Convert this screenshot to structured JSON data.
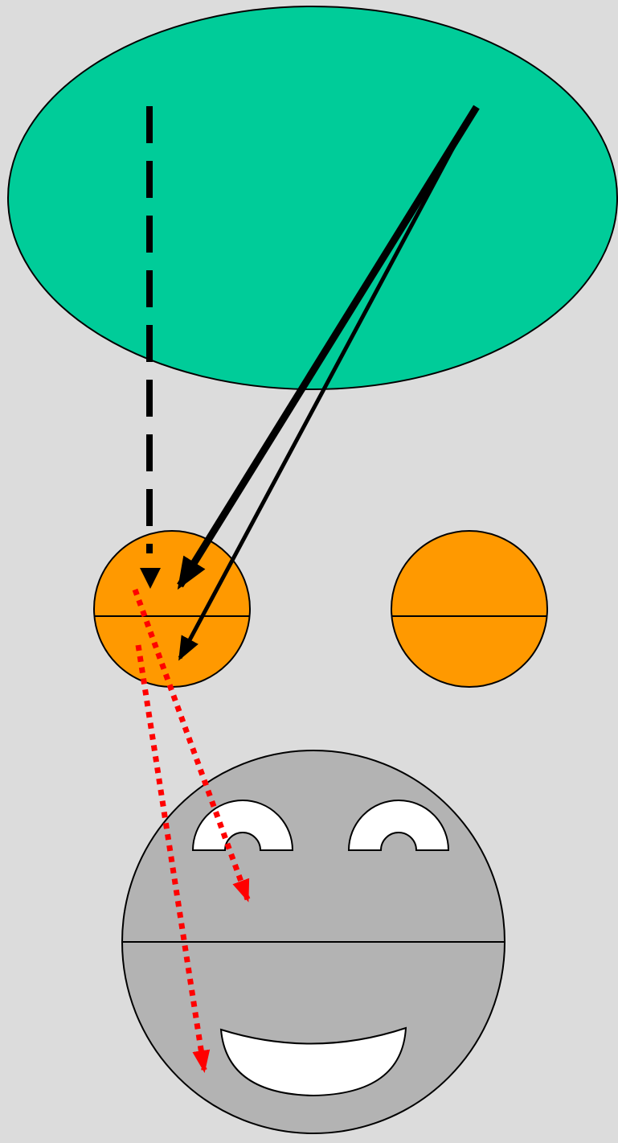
{
  "diagram": {
    "background_color": "#dcdcdc",
    "colors": {
      "ellipse_fill": "#00cc99",
      "orange_fill": "#ff9900",
      "face_fill": "#b3b3b3",
      "eye_fill": "#ffffff",
      "mouth_fill": "#ffffff",
      "outline": "#000000",
      "black_arrow": "#000000",
      "red_arrow": "#ff0000"
    },
    "shapes": [
      {
        "name": "top-ellipse",
        "kind": "ellipse",
        "fill": "#00cc99"
      },
      {
        "name": "left-orange-circle",
        "kind": "split-circle",
        "fill": "#ff9900"
      },
      {
        "name": "right-orange-circle",
        "kind": "split-circle",
        "fill": "#ff9900"
      },
      {
        "name": "smiley-face",
        "kind": "split-circle",
        "fill": "#b3b3b3"
      }
    ],
    "arrows": [
      {
        "name": "dashed-black-arrow",
        "style": "dashed",
        "color": "#000000"
      },
      {
        "name": "thick-black-arrow",
        "style": "solid-thick",
        "color": "#000000"
      },
      {
        "name": "thin-black-arrow",
        "style": "solid",
        "color": "#000000"
      },
      {
        "name": "red-dotted-arrow-to-eye",
        "style": "dotted",
        "color": "#ff0000"
      },
      {
        "name": "red-dotted-arrow-to-mouth",
        "style": "dotted",
        "color": "#ff0000"
      }
    ]
  }
}
